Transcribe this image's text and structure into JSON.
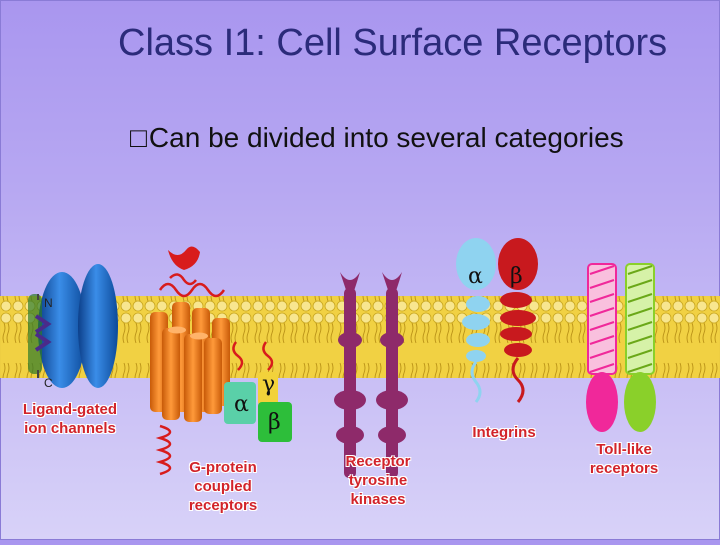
{
  "slide": {
    "title": "Class I1: Cell Surface Receptors",
    "bullet_glyph": "□",
    "bullet_text": "Can be divided into several categories"
  },
  "figure": {
    "labels": {
      "ligand_gated": "Ligand-gated ion channels",
      "gpcr": "G-protein coupled receptors",
      "rtk": "Receptor tyrosine kinases",
      "integrins": "Integrins",
      "toll": "Toll-like receptors"
    },
    "subunits": {
      "g_alpha": "α",
      "g_gamma": "γ",
      "g_beta": "β",
      "int_alpha": "α",
      "int_beta": "β"
    },
    "terminals": {
      "n": "N",
      "c": "C"
    }
  },
  "colors": {
    "title": "#2b2b7a",
    "label": "#d2232a",
    "membrane": "#f3d23a",
    "channel": "#1a6fd0",
    "gpcr": "#f07a1a",
    "rtk": "#8e2a6a",
    "integrin_alpha": "#8fd3f0",
    "integrin_beta": "#c8191e",
    "toll_pink": "#f0289a",
    "toll_green": "#8ad02a"
  }
}
